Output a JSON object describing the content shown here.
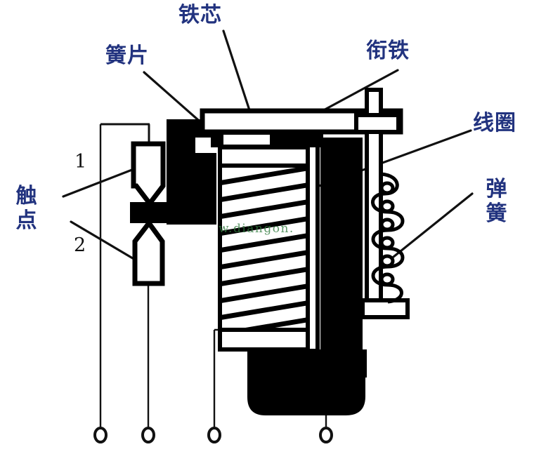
{
  "figure": {
    "title_text": "",
    "subject": "electromagnetic-relay-cross-section",
    "background_color": "#ffffff",
    "label_color": "#22337f",
    "line_color": "#000000",
    "watermark_color": "#2f7a3d"
  },
  "labels": {
    "iron_core": "铁芯",
    "reed_leaf": "簧片",
    "armature": "衔铁",
    "coil": "线圈",
    "spring": "弹簧",
    "contacts": "触点"
  },
  "labels_stacked": {
    "spring_line1": "弹",
    "spring_line2": "簧",
    "contacts_line1": "触",
    "contacts_line2": "点"
  },
  "callout_numbers": {
    "contact_1": "1",
    "contact_2": "2"
  },
  "watermark": {
    "text": "w.diangon.  "
  },
  "terminals": {
    "count": 4,
    "names": [
      "terminal-1",
      "terminal-2",
      "terminal-3",
      "terminal-4"
    ]
  },
  "parts": [
    {
      "name": "iron-core",
      "label": "铁芯"
    },
    {
      "name": "reed-leaf",
      "label": "簧片"
    },
    {
      "name": "armature",
      "label": "衔铁"
    },
    {
      "name": "coil",
      "label": "线圈"
    },
    {
      "name": "spring",
      "label": "弹簧"
    },
    {
      "name": "contacts",
      "label": "触点"
    },
    {
      "name": "contact-upper",
      "label": "1"
    },
    {
      "name": "contact-lower",
      "label": "2"
    }
  ]
}
